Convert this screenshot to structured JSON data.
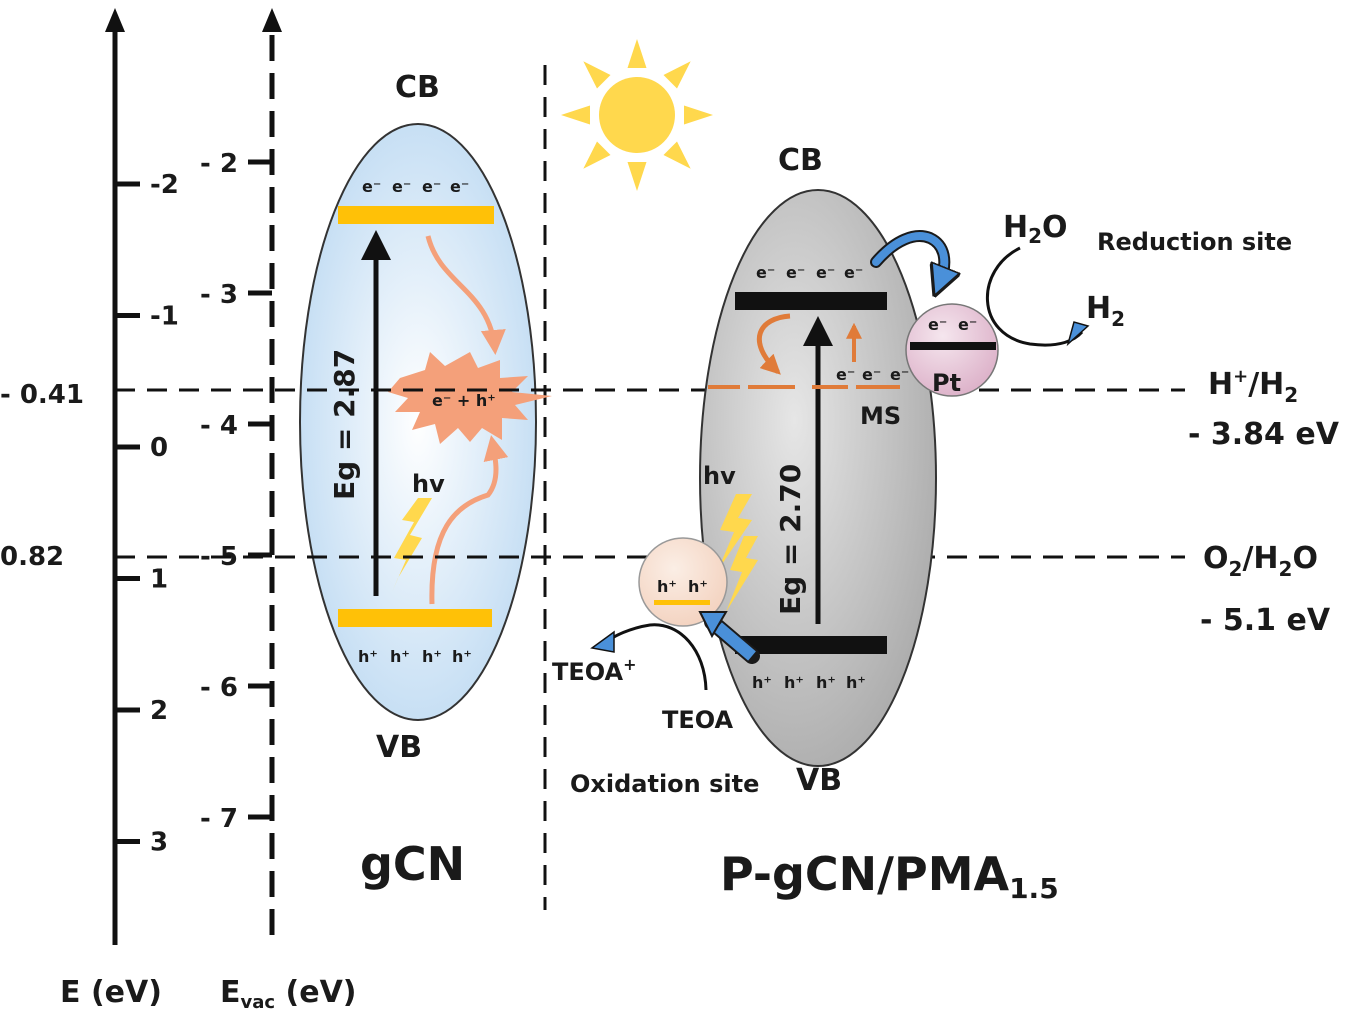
{
  "axes": {
    "e_axis": {
      "label": "E (eV)",
      "ticks": [
        {
          "value": -2,
          "label": "-2"
        },
        {
          "value": -1,
          "label": "-1"
        },
        {
          "value": 0,
          "label": "0"
        },
        {
          "value": 1,
          "label": "1"
        },
        {
          "value": 2,
          "label": "2"
        },
        {
          "value": 3,
          "label": "3"
        }
      ],
      "extra_labels": [
        {
          "value": -0.41,
          "label": "- 0.41"
        },
        {
          "value": 0.82,
          "label": "0.82"
        }
      ]
    },
    "evac_axis": {
      "label_main": "E",
      "label_sub": "vac",
      "label_unit": " (eV)",
      "ticks": [
        {
          "value": -2,
          "label": "- 2"
        },
        {
          "value": -3,
          "label": "- 3"
        },
        {
          "value": -4,
          "label": "- 4"
        },
        {
          "value": -5,
          "label": "- 5"
        },
        {
          "value": -6,
          "label": "- 6"
        },
        {
          "value": -7,
          "label": "- 7"
        }
      ]
    }
  },
  "gcn": {
    "name": "gCN",
    "cb_label": "CB",
    "vb_label": "VB",
    "eg_label": "Eg = 2.87",
    "electrons": [
      "e⁻",
      "e⁻",
      "e⁻",
      "e⁻"
    ],
    "holes": [
      "h⁺",
      "h⁺",
      "h⁺",
      "h⁺"
    ],
    "hv_label": "hv",
    "recombination_label": "e⁻ + h⁺",
    "colors": {
      "ellipse": "#bcd9f2",
      "band": "#ffc107",
      "curve": "#f4a07a",
      "burst": "#f4a07a",
      "bolt": "#ffd84d"
    }
  },
  "pgcn": {
    "name_main": "P-gCN/PMA",
    "name_sub": "1.5",
    "cb_label": "CB",
    "vb_label": "VB",
    "eg_label": "Eg = 2.70",
    "electrons": [
      "e⁻",
      "e⁻",
      "e⁻",
      "e⁻"
    ],
    "ms_electrons": [
      "e⁻",
      "e⁻",
      "e⁻"
    ],
    "holes": [
      "h⁺",
      "h⁺",
      "h⁺",
      "h⁺"
    ],
    "hv_label": "hv",
    "ms_label": "MS",
    "colors": {
      "ellipse": "#a8a8a8",
      "band": "#111111",
      "ms": "#e07b39",
      "bolt": "#ffd84d",
      "blue_arrow": "#4a90d9"
    }
  },
  "pt": {
    "label": "Pt",
    "electrons": [
      "e⁻",
      "e⁻"
    ],
    "color": "#dcb0c8"
  },
  "oxidation_particle": {
    "holes": [
      "h⁺",
      "h⁺"
    ],
    "color": "#f3d2bf"
  },
  "reduction": {
    "site_label": "Reduction site",
    "reactant_main": "H",
    "reactant_sub": "2",
    "reactant_tail": "O",
    "product_main": "H",
    "product_sub": "2"
  },
  "oxidation": {
    "site_label": "Oxidation site",
    "reactant": "TEOA",
    "product_main": "TEOA",
    "product_sup": "+"
  },
  "potentials": {
    "h2": {
      "main": "H",
      "sup": "+",
      "mid": "/H",
      "sub": "2",
      "value": "- 3.84 eV"
    },
    "o2": {
      "main": "O",
      "sub": "2",
      "rest": "/H",
      "sub2": "2",
      "tail": "O",
      "value": "- 5.1 eV"
    }
  },
  "sun_color": "#ffd84d"
}
